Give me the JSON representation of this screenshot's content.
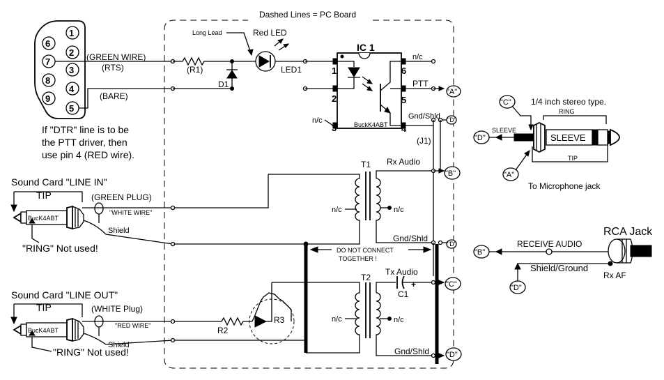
{
  "pcb_note": "Dashed Lines = PC Board",
  "db9": {
    "pins": [
      "1",
      "2",
      "3",
      "4",
      "5",
      "6",
      "7",
      "8",
      "9"
    ]
  },
  "labels": {
    "green_wire": "(GREEN WIRE)",
    "rts": "(RTS)",
    "bare": "(BARE)",
    "r1": "(R1)",
    "d1": "D1",
    "long_lead": "Long Lead",
    "red_led": "Red  LED",
    "led1": "LED1",
    "ic1": "IC 1",
    "ic_pin1": "1",
    "ic_pin2": "2",
    "ic_pin3": "3",
    "ic_pin4": "4",
    "ic_pin5": "5",
    "ic_pin6": "6",
    "ic_brand": "BuckK4ABT",
    "nc": "n/c",
    "ptt": "PTT",
    "gnd_shld": "Gnd/Shld",
    "j1": "(J1)",
    "rx_audio": "Rx Audio",
    "tx_audio": "Tx Audio",
    "t1": "T1",
    "t2": "T2",
    "c1": "C1",
    "r2": "R2",
    "r3": "R3",
    "do_not_connect": "DO NOT CONNECT",
    "together": "TOGETHER !",
    "a": "\"A\"",
    "b": "\"B\"",
    "c": "\"C\"",
    "d": "\"D\"",
    "a_small": "\"A\"",
    "b_small": "\"B\"",
    "c_small": "\"C\"",
    "d_small": "\"D\"",
    "plus": "+"
  },
  "dtr_note": [
    "If \"DTR\" line is to be",
    "the PTT driver, then",
    "use pin 4 (RED wire)."
  ],
  "line_in": {
    "title": "Sound Card \"LINE IN\"",
    "tip": "TIP",
    "plug": "(GREEN PLUG)",
    "wire": "\"WHITE WIRE\"",
    "shield": "Shield",
    "brand": "BucK4ABT",
    "ring": "\"RING\" Not used!"
  },
  "line_out": {
    "title": "Sound Card \"LINE OUT\"",
    "tip": "TIP",
    "plug": "(WHITE Plug)",
    "wire": "\"RED WIRE\"",
    "shield": "Shield",
    "brand": "BucK4ABT",
    "ring": "\"RING\" Not used!"
  },
  "stereo_jack": {
    "type": "1/4 inch stereo type.",
    "ring": "RING",
    "sleeve_small": "SLEEVE",
    "sleeve_big": "SLEEVE",
    "tip": "TIP",
    "caption": "To Microphone jack"
  },
  "rca_jack": {
    "title": "RCA Jack",
    "receive_audio": "RECEIVE AUDIO",
    "shield_ground": "Shield/Ground",
    "rx_af": "Rx AF"
  }
}
